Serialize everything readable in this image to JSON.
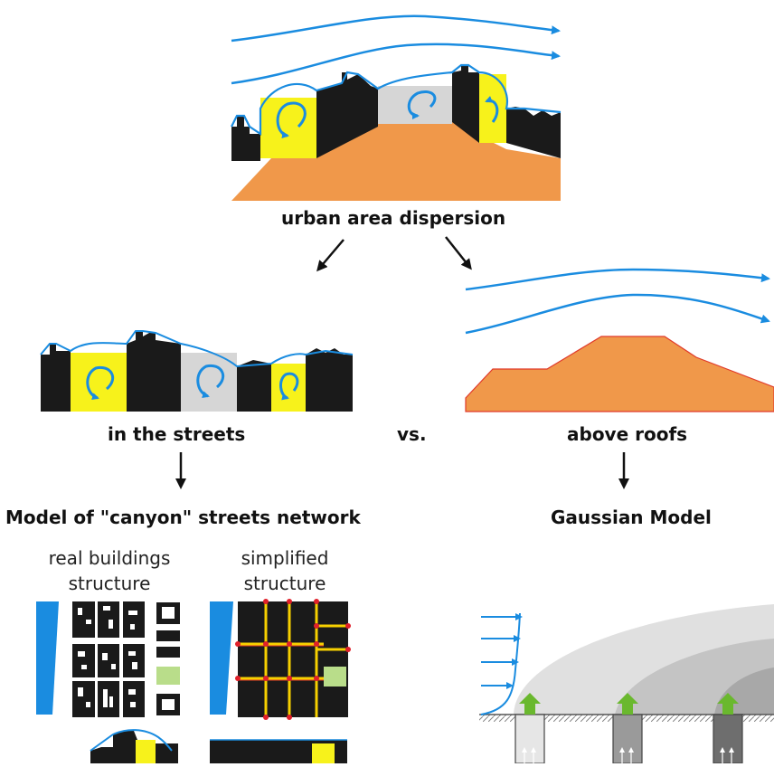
{
  "labels": {
    "urban": "urban area dispersion",
    "streets": "in the streets",
    "vs": "vs.",
    "roofs": "above roofs",
    "canyon_model": "Model of \"canyon\" streets network",
    "gaussian_model": "Gaussian Model",
    "real_line1": "real buildings",
    "real_line2": "structure",
    "simplified_line1": "simplified",
    "simplified_line2": "structure"
  },
  "colors": {
    "wind": "#1a8ce0",
    "building": "#1a1a1a",
    "ground": "#f0984a",
    "vortex_yellow": "#f7f21b",
    "vortex_grey": "#d6d6d6",
    "green": "#b9dd8a",
    "node_red": "#e0202a",
    "plume_light": "#e0e0e0",
    "plume_mid": "#c4c4c4",
    "plume_dark": "#a8a8a8",
    "arrow_green": "#6ab82e"
  }
}
